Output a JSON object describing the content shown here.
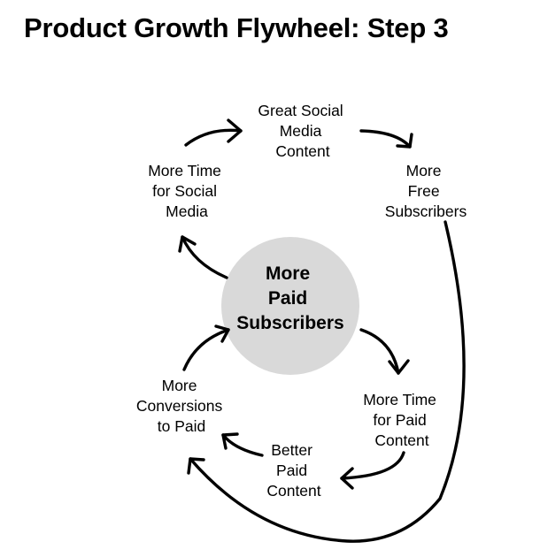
{
  "title": "Product Growth Flywheel: Step 3",
  "colors": {
    "center_fill": "#d9d9d9",
    "stroke": "#000000",
    "text": "#000000"
  },
  "center": {
    "lines": [
      "More",
      "Paid",
      "Subscribers"
    ]
  },
  "nodes": {
    "great_social_media_content": [
      "Great Social",
      "Media",
      "Content"
    ],
    "more_free_subscribers": [
      "More",
      "Free",
      "Subscribers"
    ],
    "more_time_for_paid_content": [
      "More Time",
      "for Paid",
      "Content"
    ],
    "better_paid_content": [
      "Better",
      "Paid",
      "Content"
    ],
    "more_conversions_to_paid": [
      "More",
      "Conversions",
      "to Paid"
    ],
    "more_time_for_social_media": [
      "More Time",
      "for Social",
      "Media"
    ]
  }
}
